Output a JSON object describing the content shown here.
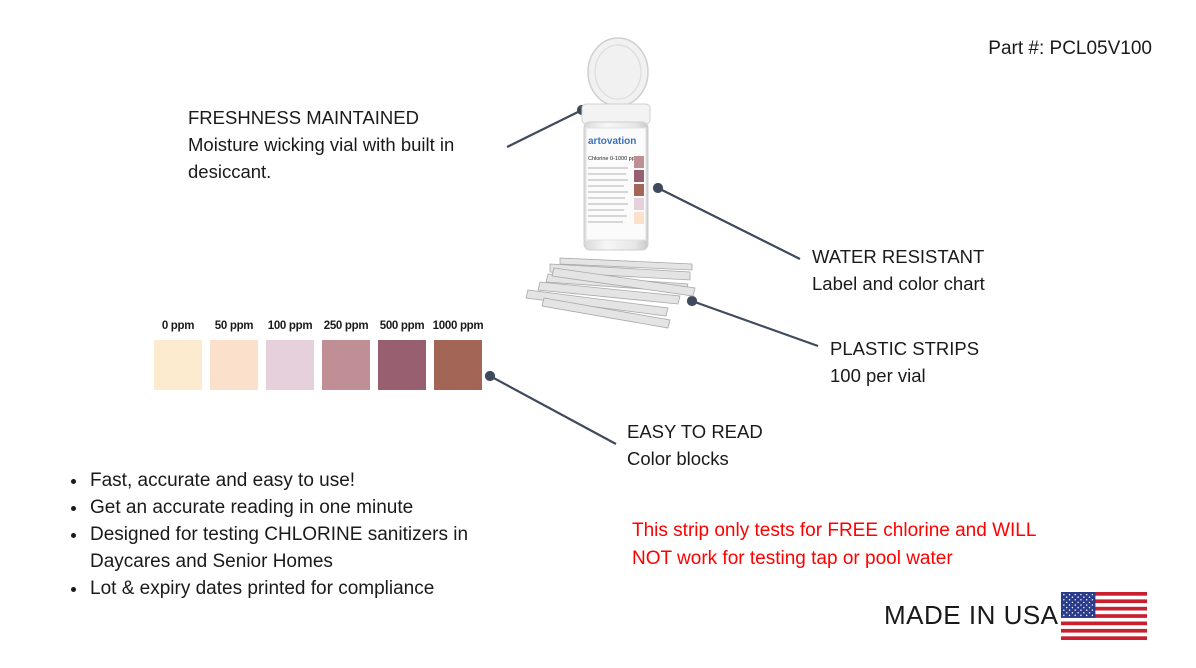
{
  "part_number": "Part #: PCL05V100",
  "callouts": {
    "freshness": {
      "title": "FRESHNESS MAINTAINED",
      "line1": "Moisture wicking vial with built in",
      "line2": "desiccant."
    },
    "water": {
      "title": "WATER RESISTANT",
      "line1": "Label and color chart"
    },
    "plastic": {
      "title": "PLASTIC STRIPS",
      "line1": "100 per vial"
    },
    "easy": {
      "title": "EASY TO READ",
      "line1": "Color blocks"
    }
  },
  "color_chart": {
    "labels": [
      "0 ppm",
      "50 ppm",
      "100 ppm",
      "250 ppm",
      "500 ppm",
      "1000 ppm"
    ],
    "colors": [
      "#fdebd0",
      "#fbe0cc",
      "#e5d0dc",
      "#c08f95",
      "#985f70",
      "#a36656"
    ]
  },
  "bullets": [
    "Fast, accurate and easy to use!",
    "Get an accurate reading in one minute",
    "Designed for testing CHLORINE sanitizers in",
    "Daycares and Senior Homes",
    "Lot & expiry dates printed for compliance"
  ],
  "warning": {
    "line1": "This strip only tests for FREE chlorine and WILL",
    "line2": "NOT work for testing tap or pool water",
    "color": "#ff0000"
  },
  "made_in": "MADE IN USA",
  "vial_label": {
    "brand": "artovation",
    "subtitle": "Chlorine 0-1000 ppm"
  },
  "icons": {
    "flag": "us-flag-icon"
  }
}
